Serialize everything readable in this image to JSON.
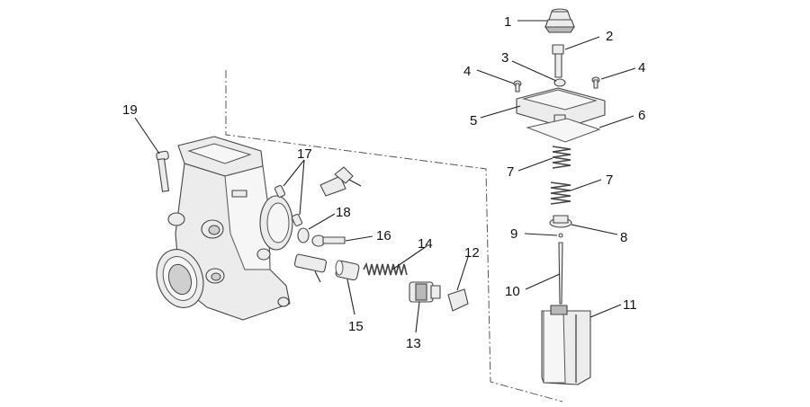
{
  "callouts": [
    {
      "num": "1"
    },
    {
      "num": "2"
    },
    {
      "num": "3"
    },
    {
      "num": "4"
    },
    {
      "num": "4"
    },
    {
      "num": "5"
    },
    {
      "num": "6"
    },
    {
      "num": "7"
    },
    {
      "num": "7"
    },
    {
      "num": "8"
    },
    {
      "num": "9"
    },
    {
      "num": "10"
    },
    {
      "num": "11"
    },
    {
      "num": "12"
    },
    {
      "num": "13"
    },
    {
      "num": "14"
    },
    {
      "num": "15"
    },
    {
      "num": "16"
    },
    {
      "num": "17"
    },
    {
      "num": "18"
    },
    {
      "num": "19"
    }
  ],
  "colors": {
    "line": "#444444",
    "fill": "#ececec",
    "background": "#ffffff"
  }
}
